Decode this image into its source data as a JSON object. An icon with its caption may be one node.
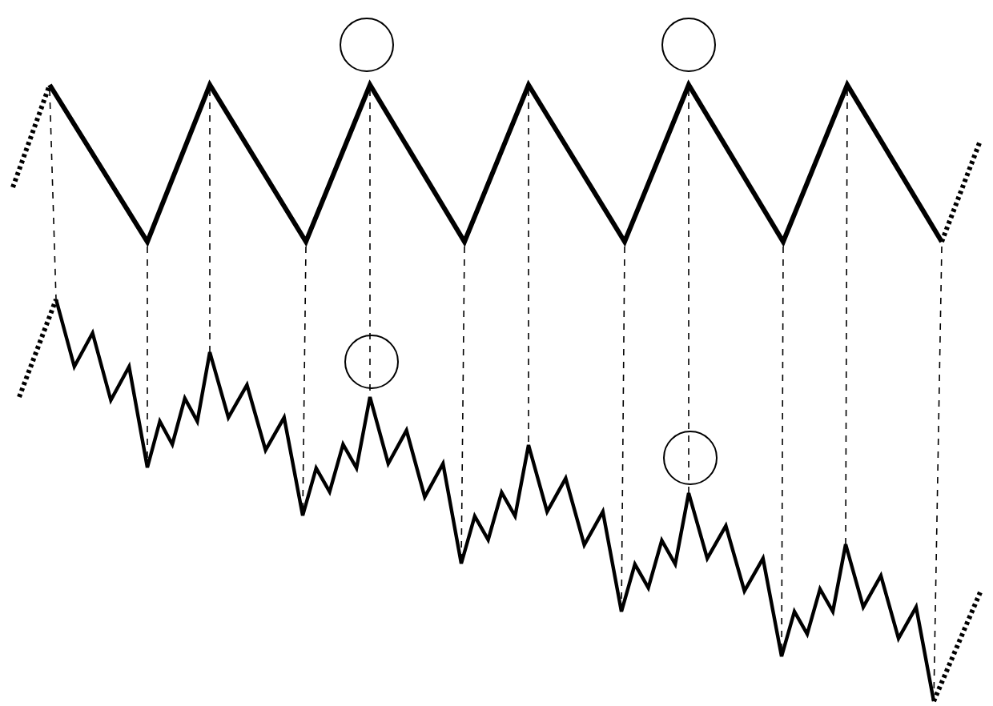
{
  "diagram": {
    "nodes": [
      {
        "text": [],
        "shape": "circle"
      },
      {
        "text": [],
        "shape": "circle"
      },
      {
        "text": [],
        "shape": "circle"
      },
      {
        "text": [],
        "shape": "circle"
      }
    ]
  }
}
